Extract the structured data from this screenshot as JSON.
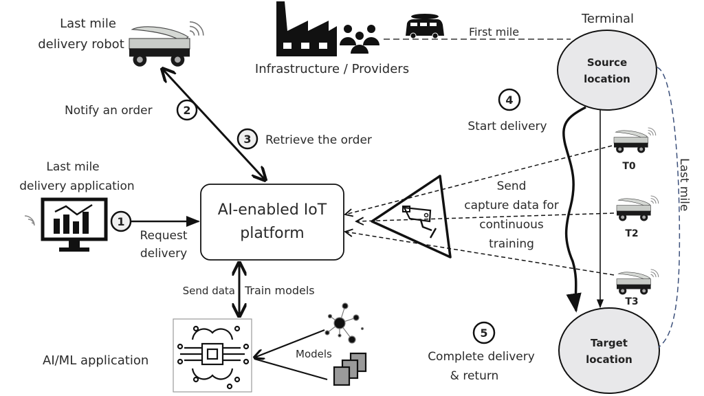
{
  "colors": {
    "line": "#111111",
    "ellipse_fill": "#e8e8ea",
    "last_mile_dash": "#3b4f7a",
    "robot_body": "#c9ccc8",
    "robot_dark": "#1a1a1a",
    "doc_fill": "#9a9a9a"
  },
  "robot_top": {
    "label_line1": "Last mile",
    "label_line2": "delivery robot"
  },
  "infrastructure": {
    "label": "Infrastructure / Providers"
  },
  "first_mile": {
    "label": "First mile"
  },
  "terminal": {
    "label": "Terminal"
  },
  "source": {
    "line1": "Source",
    "line2": "location"
  },
  "target": {
    "line1": "Target",
    "line2": "location"
  },
  "last_mile": {
    "label": "Last mile"
  },
  "app": {
    "label_line1": "Last mile",
    "label_line2": "delivery application"
  },
  "platform": {
    "line1": "AI-enabled IoT",
    "line2": "platform"
  },
  "steps": [
    {
      "num": "1",
      "label_line1": "Request",
      "label_line2": "delivery"
    },
    {
      "num": "2",
      "label": "Notify an order"
    },
    {
      "num": "3",
      "label": "Retrieve the order"
    },
    {
      "num": "4",
      "label": "Start delivery"
    },
    {
      "num": "5",
      "label_line1": "Complete delivery",
      "label_line2": "& return"
    }
  ],
  "capture": {
    "line1": "Send",
    "line2": "capture data for",
    "line3": "continuous",
    "line4": "training"
  },
  "robots": [
    {
      "id": "T0"
    },
    {
      "id": "T2"
    },
    {
      "id": "T3"
    }
  ],
  "data_link": {
    "send": "Send data",
    "train": "Train models"
  },
  "aiml": {
    "label": "AI/ML application"
  },
  "models": {
    "label": "Models"
  }
}
